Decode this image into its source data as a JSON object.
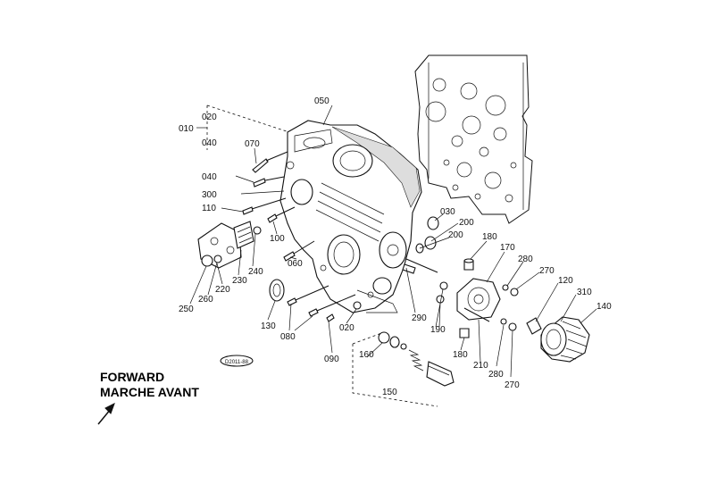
{
  "direction": {
    "line1": "FORWARD",
    "line2": "MARCHE AVANT"
  },
  "callouts": [
    {
      "id": "010",
      "text": "010"
    },
    {
      "id": "020a",
      "text": "020"
    },
    {
      "id": "040a",
      "text": "040"
    },
    {
      "id": "050",
      "text": "050"
    },
    {
      "id": "070",
      "text": "070"
    },
    {
      "id": "040b",
      "text": "040"
    },
    {
      "id": "300",
      "text": "300"
    },
    {
      "id": "110",
      "text": "110"
    },
    {
      "id": "100",
      "text": "100"
    },
    {
      "id": "060",
      "text": "060"
    },
    {
      "id": "030",
      "text": "030"
    },
    {
      "id": "200a",
      "text": "200"
    },
    {
      "id": "200b",
      "text": "200"
    },
    {
      "id": "180a",
      "text": "180"
    },
    {
      "id": "170",
      "text": "170"
    },
    {
      "id": "280a",
      "text": "280"
    },
    {
      "id": "270a",
      "text": "270"
    },
    {
      "id": "120",
      "text": "120"
    },
    {
      "id": "310",
      "text": "310"
    },
    {
      "id": "140",
      "text": "140"
    },
    {
      "id": "240",
      "text": "240"
    },
    {
      "id": "230",
      "text": "230"
    },
    {
      "id": "220",
      "text": "220"
    },
    {
      "id": "260",
      "text": "260"
    },
    {
      "id": "250",
      "text": "250"
    },
    {
      "id": "130",
      "text": "130"
    },
    {
      "id": "080",
      "text": "080"
    },
    {
      "id": "020b",
      "text": "020"
    },
    {
      "id": "090",
      "text": "090"
    },
    {
      "id": "290",
      "text": "290"
    },
    {
      "id": "190",
      "text": "190"
    },
    {
      "id": "180b",
      "text": "180"
    },
    {
      "id": "210",
      "text": "210"
    },
    {
      "id": "280b",
      "text": "280"
    },
    {
      "id": "270b",
      "text": "270"
    },
    {
      "id": "160",
      "text": "160"
    },
    {
      "id": "150",
      "text": "150"
    }
  ],
  "stamp": "D2011-88"
}
